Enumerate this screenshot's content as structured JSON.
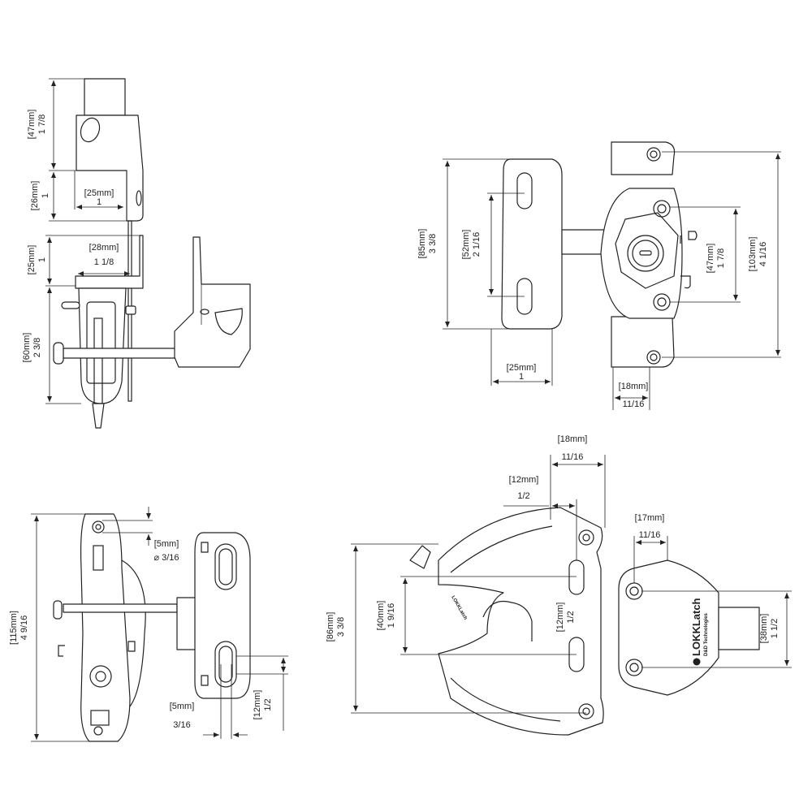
{
  "views": {
    "side_view": {
      "dims": [
        {
          "mm": "[47mm]",
          "inch": "1 7/8"
        },
        {
          "mm": "[26mm]",
          "inch": "1"
        },
        {
          "mm": "[25mm]",
          "inch": "1"
        },
        {
          "mm": "[28mm]",
          "inch": "1 1/8"
        },
        {
          "mm": "[25mm]",
          "inch": "1"
        },
        {
          "mm": "[60mm]",
          "inch": "2 3/8"
        }
      ]
    },
    "top_view": {
      "dims": [
        {
          "mm": "[85mm]",
          "inch": "3 3/8"
        },
        {
          "mm": "[52mm]",
          "inch": "2 1/16"
        },
        {
          "mm": "[25mm]",
          "inch": "1"
        },
        {
          "mm": "[18mm]",
          "inch": "11/16"
        },
        {
          "mm": "[47mm]",
          "inch": "1 7/8"
        },
        {
          "mm": "[103mm]",
          "inch": "4 1/16"
        }
      ]
    },
    "front_view": {
      "dims": [
        {
          "mm": "[115mm]",
          "inch": "4 9/16"
        },
        {
          "mm": "[5mm]",
          "inch": "⌀ 3/16"
        },
        {
          "mm": "[5mm]",
          "inch": "3/16"
        },
        {
          "mm": "[12mm]",
          "inch": "1/2"
        }
      ]
    },
    "back_view": {
      "dims": [
        {
          "mm": "[18mm]",
          "inch": "11/16"
        },
        {
          "mm": "[12mm]",
          "inch": "1/2"
        },
        {
          "mm": "[17mm]",
          "inch": "11/16"
        },
        {
          "mm": "[86mm]",
          "inch": "3 3/8"
        },
        {
          "mm": "[40mm]",
          "inch": "1 9/16"
        },
        {
          "mm": "[12mm]",
          "inch": "1/2"
        },
        {
          "mm": "[38mm]",
          "inch": "1 1/2"
        }
      ],
      "logo_text": "LOKKLatch",
      "logo_sub": "D&D Technologies",
      "small_logo": "LOKKLatch"
    }
  }
}
